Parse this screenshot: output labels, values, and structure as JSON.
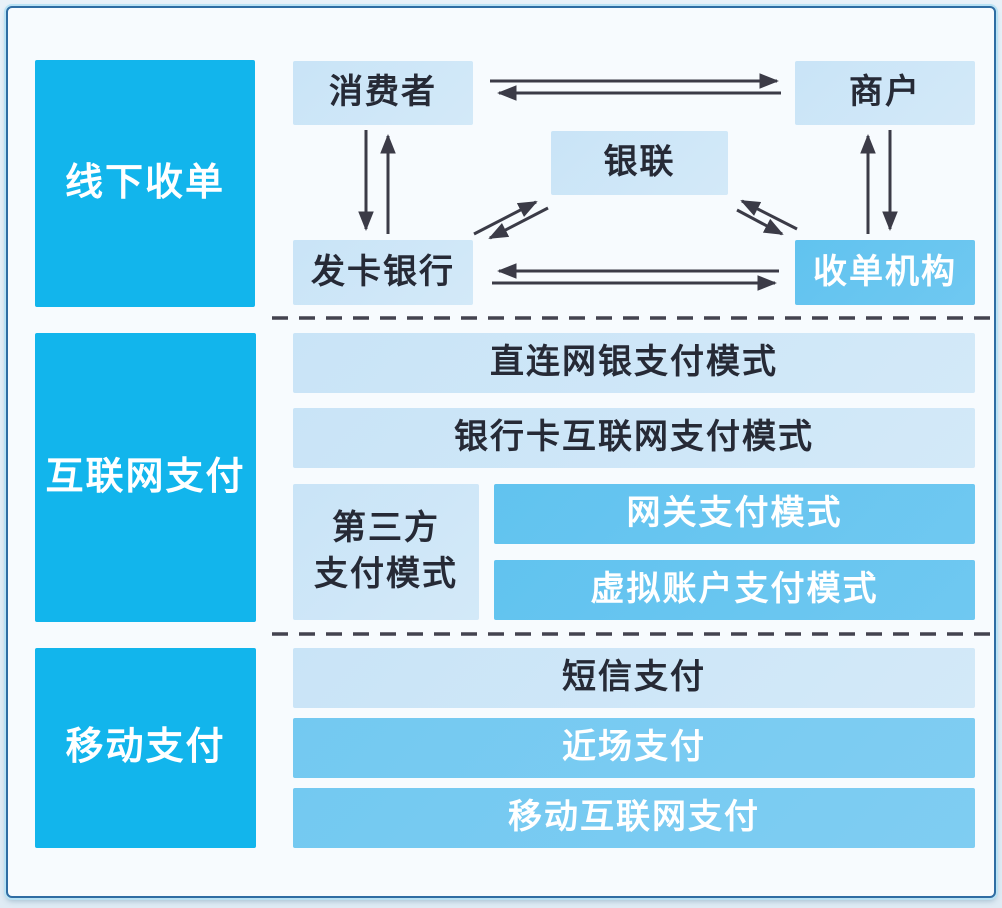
{
  "sections": {
    "offline": {
      "label": "线下收单",
      "nodes": {
        "consumer": "消费者",
        "merchant": "商户",
        "unionpay": "银联",
        "issuing_bank": "发卡银行",
        "acquirer": "收单机构"
      }
    },
    "internet": {
      "label": "互联网支付",
      "rows": {
        "direct_online_banking": "直连网银支付模式",
        "bank_card_internet": "银行卡互联网支付模式",
        "third_party": "第三方\n支付模式",
        "gateway": "网关支付模式",
        "virtual_account": "虚拟账户支付模式"
      }
    },
    "mobile": {
      "label": "移动支付",
      "rows": {
        "sms": "短信支付",
        "near_field": "近场支付",
        "mobile_internet": "移动互联网支付"
      }
    }
  },
  "colors": {
    "accent_cyan": "#12b5ec",
    "light_blue_box": "#c9e4f7",
    "medium_blue_box": "#61c3ef",
    "mobile_row_blue": "#73c9f1",
    "dark_text": "#262a36",
    "arrow": "#3b3b47",
    "frame_border": "#2f6da3"
  }
}
